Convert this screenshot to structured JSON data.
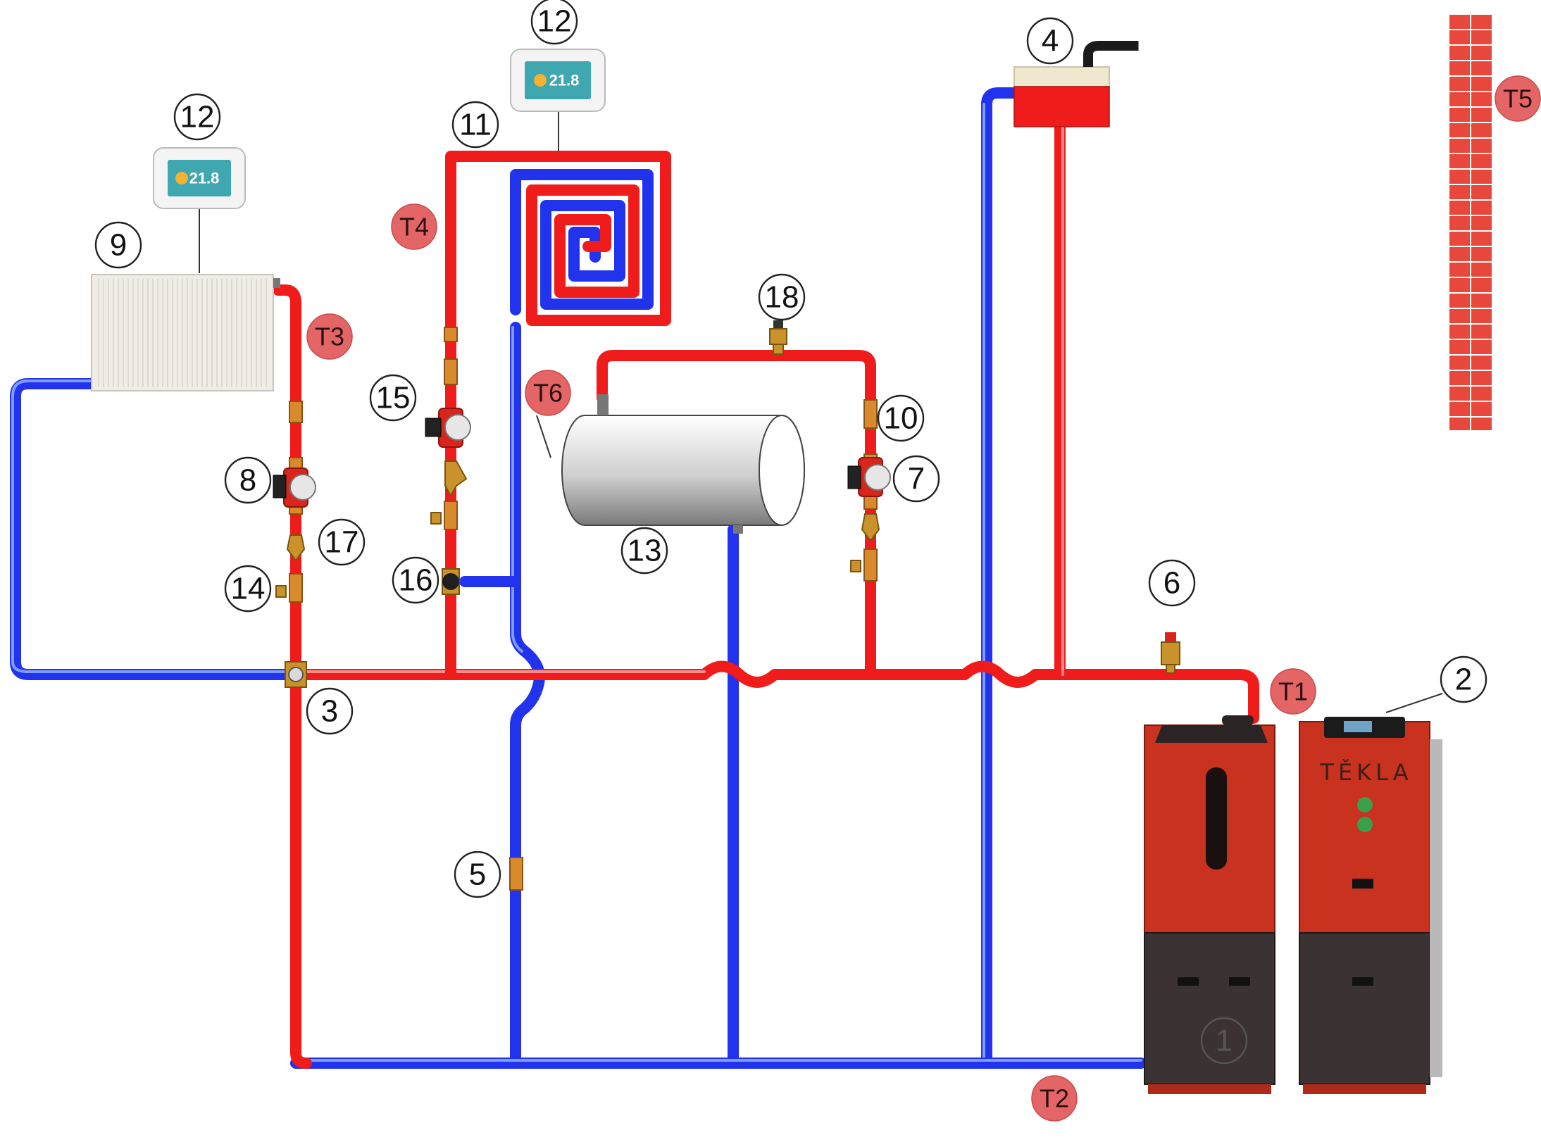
{
  "callouts": [
    {
      "id": "c1",
      "label": "1"
    },
    {
      "id": "c2",
      "label": "2"
    },
    {
      "id": "c3",
      "label": "3"
    },
    {
      "id": "c4",
      "label": "4"
    },
    {
      "id": "c5",
      "label": "5"
    },
    {
      "id": "c6",
      "label": "6"
    },
    {
      "id": "c7",
      "label": "7"
    },
    {
      "id": "c8",
      "label": "8"
    },
    {
      "id": "c9",
      "label": "9"
    },
    {
      "id": "c10",
      "label": "10"
    },
    {
      "id": "c11",
      "label": "11"
    },
    {
      "id": "c12a",
      "label": "12"
    },
    {
      "id": "c12b",
      "label": "12"
    },
    {
      "id": "c13",
      "label": "13"
    },
    {
      "id": "c14",
      "label": "14"
    },
    {
      "id": "c15",
      "label": "15"
    },
    {
      "id": "c16",
      "label": "16"
    },
    {
      "id": "c17",
      "label": "17"
    },
    {
      "id": "c18",
      "label": "18"
    }
  ],
  "sensors": [
    {
      "id": "t1",
      "label": "T1"
    },
    {
      "id": "t2",
      "label": "T2"
    },
    {
      "id": "t3",
      "label": "T3"
    },
    {
      "id": "t4",
      "label": "T4"
    },
    {
      "id": "t5",
      "label": "T5"
    },
    {
      "id": "t6",
      "label": "T6"
    }
  ],
  "thermostats": [
    {
      "id": "th-a",
      "reading": "21.8"
    },
    {
      "id": "th-b",
      "reading": "21.8"
    }
  ],
  "boiler": {
    "brand": "TĚKLA"
  },
  "colors": {
    "hot": "#f01c1c",
    "cold": "#2233ee",
    "boiler": "#c8321e",
    "boiler_base": "#3b3333"
  }
}
